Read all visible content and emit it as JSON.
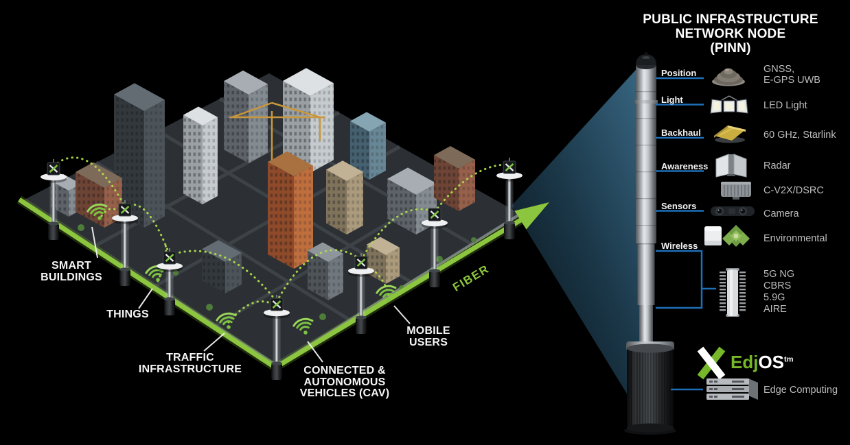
{
  "header": {
    "title_line1": "PUBLIC INFRASTRUCTURE",
    "title_line2": "NETWORK NODE",
    "title_line3": "(PINN)"
  },
  "city": {
    "fiber_label": "FIBER",
    "callouts": {
      "smart_buildings": {
        "line1": "SMART",
        "line2": "BUILDINGS"
      },
      "things": {
        "line1": "THINGS"
      },
      "traffic_infrastructure": {
        "line1": "TRAFFIC",
        "line2": "INFRASTRUCTURE"
      },
      "cav": {
        "line1": "CONNECTED &",
        "line2": "AUTONOMOUS",
        "line3": "VEHICLES (CAV)"
      },
      "mobile_users": {
        "line1": "MOBILE",
        "line2": "USERS"
      }
    }
  },
  "pinn": {
    "features": {
      "position": "Position",
      "light": "Light",
      "backhaul": "Backhaul",
      "awareness": "Awareness",
      "sensors": "Sensors",
      "wireless": "Wireless"
    },
    "components": {
      "gnss": {
        "icon": "gnss-dome-icon",
        "line1": "GNSS,",
        "line2": "E-GPS UWB"
      },
      "led": {
        "icon": "led-light-icon",
        "line1": "LED Light"
      },
      "backhaul": {
        "icon": "backhaul-antenna-icon",
        "line1": "60 GHz, Starlink"
      },
      "radar": {
        "icon": "radar-sensor-icon",
        "line1": "Radar"
      },
      "cv2x": {
        "icon": "cv2x-radio-icon",
        "line1": "C-V2X/DSRC"
      },
      "camera": {
        "icon": "stereo-camera-icon",
        "line1": "Camera"
      },
      "environmental": {
        "icon": "environmental-sensor-icon",
        "line1": "Environmental"
      },
      "five_g": {
        "icon": "5g-radio-icon",
        "line1": "5G NG",
        "line2": "CBRS",
        "line3": "5.9G",
        "line4": "AIRE"
      },
      "edge": {
        "icon": "edge-server-icon",
        "line1": "Edge Computing"
      }
    },
    "logo": {
      "part1": "Edj",
      "part2": "OS",
      "tm": "tm"
    }
  },
  "colors": {
    "background": "#000000",
    "fiber_green": "#8CC63E",
    "arc_green": "#AEDC4C",
    "wifi_green": "#7DC242",
    "underline_blue": "#1E6FB8",
    "beam_teal": "#1C3A4C",
    "logo_green": "#76B82A",
    "label_white": "#F5F5F5",
    "value_gray": "#BDBDBD"
  }
}
